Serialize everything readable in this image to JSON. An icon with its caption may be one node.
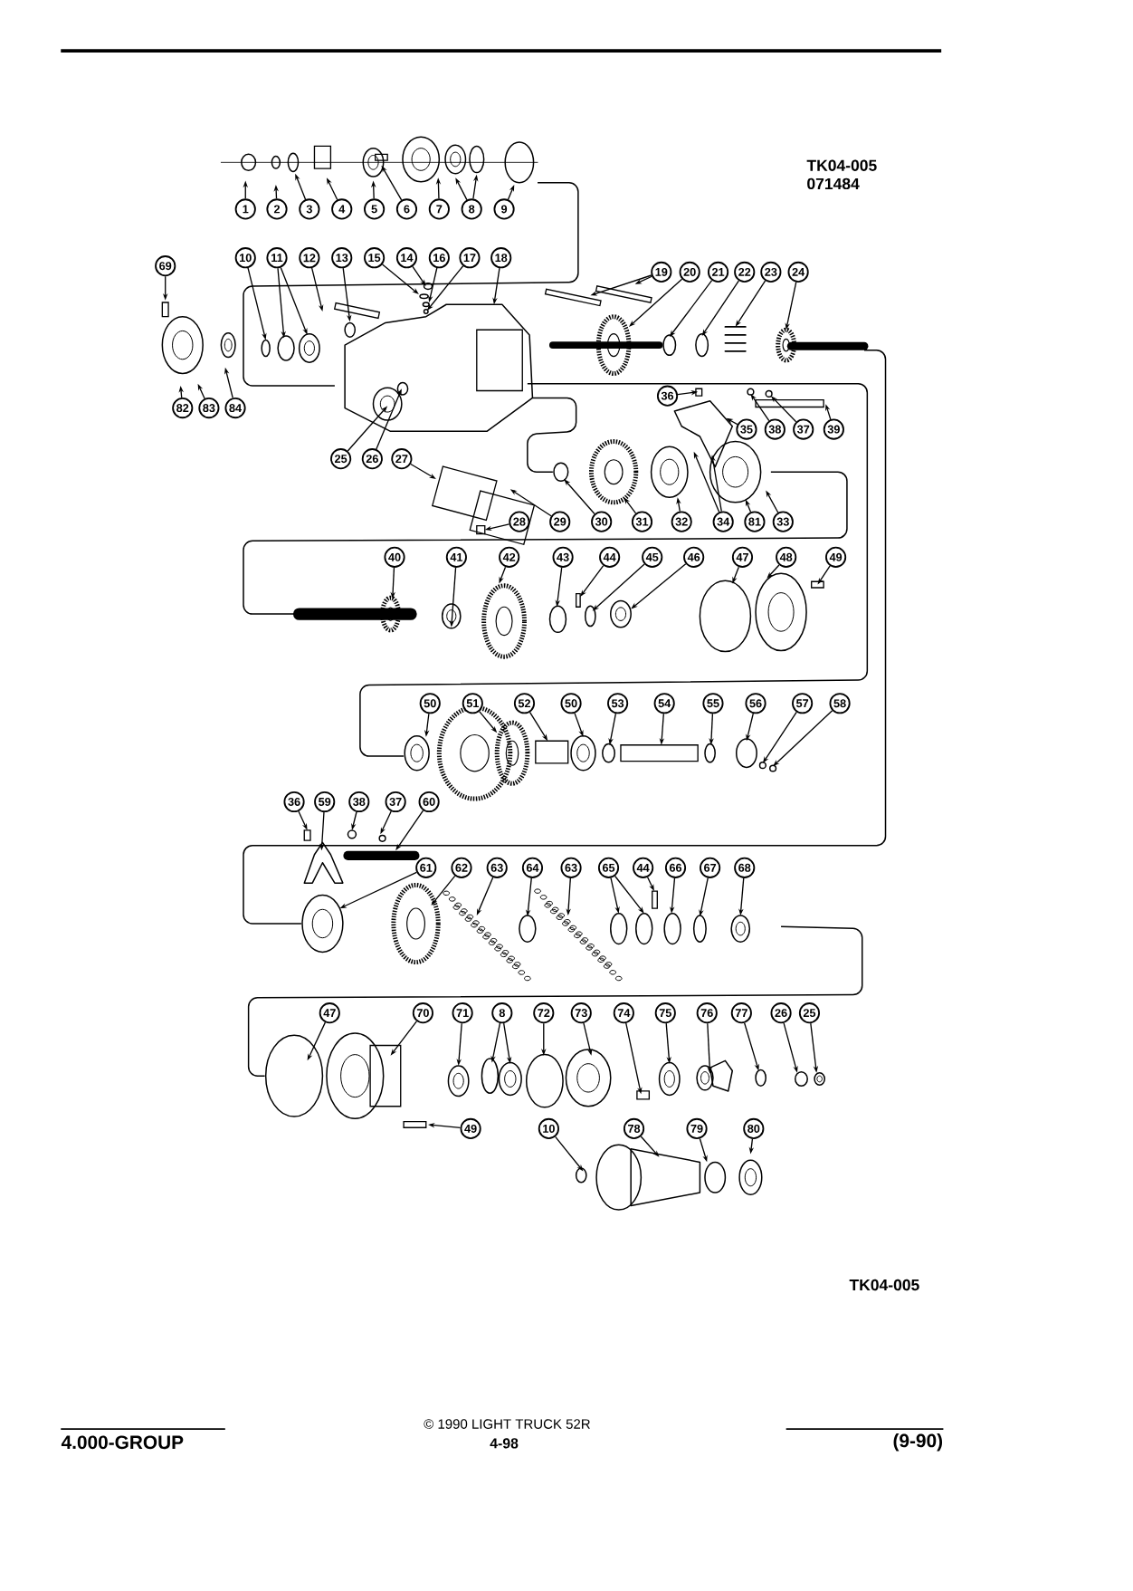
{
  "diagram": {
    "nodes": [
      {
        "text": [
          "1"
        ]
      },
      {
        "text": [
          "2"
        ]
      },
      {
        "text": [
          "3"
        ]
      },
      {
        "text": [
          "4"
        ]
      },
      {
        "text": [
          "5"
        ]
      },
      {
        "text": [
          "6"
        ]
      },
      {
        "text": [
          "7"
        ]
      },
      {
        "text": [
          "8"
        ]
      },
      {
        "text": [
          "9"
        ]
      },
      {
        "text": [
          "69"
        ]
      },
      {
        "text": [
          "10"
        ]
      },
      {
        "text": [
          "11"
        ]
      },
      {
        "text": [
          "12"
        ]
      },
      {
        "text": [
          "13"
        ]
      },
      {
        "text": [
          "15"
        ]
      },
      {
        "text": [
          "14"
        ]
      },
      {
        "text": [
          "16"
        ]
      },
      {
        "text": [
          "17"
        ]
      },
      {
        "text": [
          "18"
        ]
      },
      {
        "text": [
          "19"
        ]
      },
      {
        "text": [
          "20"
        ]
      },
      {
        "text": [
          "21"
        ]
      },
      {
        "text": [
          "22"
        ]
      },
      {
        "text": [
          "23"
        ]
      },
      {
        "text": [
          "24"
        ]
      },
      {
        "text": [
          "82"
        ]
      },
      {
        "text": [
          "83"
        ]
      },
      {
        "text": [
          "84"
        ]
      },
      {
        "text": [
          "36"
        ]
      },
      {
        "text": [
          "35"
        ]
      },
      {
        "text": [
          "38"
        ]
      },
      {
        "text": [
          "37"
        ]
      },
      {
        "text": [
          "39"
        ]
      },
      {
        "text": [
          "25"
        ]
      },
      {
        "text": [
          "26"
        ]
      },
      {
        "text": [
          "27"
        ]
      },
      {
        "text": [
          "28"
        ]
      },
      {
        "text": [
          "29"
        ]
      },
      {
        "text": [
          "30"
        ]
      },
      {
        "text": [
          "31"
        ]
      },
      {
        "text": [
          "32"
        ]
      },
      {
        "text": [
          "34"
        ]
      },
      {
        "text": [
          "81"
        ]
      },
      {
        "text": [
          "33"
        ]
      },
      {
        "text": [
          "40"
        ]
      },
      {
        "text": [
          "41"
        ]
      },
      {
        "text": [
          "42"
        ]
      },
      {
        "text": [
          "43"
        ]
      },
      {
        "text": [
          "44"
        ]
      },
      {
        "text": [
          "45"
        ]
      },
      {
        "text": [
          "46"
        ]
      },
      {
        "text": [
          "47"
        ]
      },
      {
        "text": [
          "48"
        ]
      },
      {
        "text": [
          "49"
        ]
      },
      {
        "text": [
          "50"
        ]
      },
      {
        "text": [
          "51"
        ]
      },
      {
        "text": [
          "52"
        ]
      },
      {
        "text": [
          "50"
        ]
      },
      {
        "text": [
          "53"
        ]
      },
      {
        "text": [
          "54"
        ]
      },
      {
        "text": [
          "55"
        ]
      },
      {
        "text": [
          "56"
        ]
      },
      {
        "text": [
          "57"
        ]
      },
      {
        "text": [
          "58"
        ]
      },
      {
        "text": [
          "36"
        ]
      },
      {
        "text": [
          "59"
        ]
      },
      {
        "text": [
          "38"
        ]
      },
      {
        "text": [
          "37"
        ]
      },
      {
        "text": [
          "60"
        ]
      },
      {
        "text": [
          "61"
        ]
      },
      {
        "text": [
          "62"
        ]
      },
      {
        "text": [
          "63"
        ]
      },
      {
        "text": [
          "64"
        ]
      },
      {
        "text": [
          "63"
        ]
      },
      {
        "text": [
          "65"
        ]
      },
      {
        "text": [
          "44"
        ]
      },
      {
        "text": [
          "66"
        ]
      },
      {
        "text": [
          "67"
        ]
      },
      {
        "text": [
          "68"
        ]
      },
      {
        "text": [
          "47"
        ]
      },
      {
        "text": [
          "70"
        ]
      },
      {
        "text": [
          "71"
        ]
      },
      {
        "text": [
          "8"
        ]
      },
      {
        "text": [
          "72"
        ]
      },
      {
        "text": [
          "73"
        ]
      },
      {
        "text": [
          "74"
        ]
      },
      {
        "text": [
          "75"
        ]
      },
      {
        "text": [
          "76"
        ]
      },
      {
        "text": [
          "77"
        ]
      },
      {
        "text": [
          "26"
        ]
      },
      {
        "text": [
          "25"
        ]
      },
      {
        "text": [
          "49"
        ]
      },
      {
        "text": [
          "10"
        ]
      },
      {
        "text": [
          "78"
        ]
      },
      {
        "text": [
          "79"
        ]
      },
      {
        "text": [
          "80"
        ]
      }
    ],
    "edges": [
      {
        "from": 0,
        "to": null,
        "arrow": "to"
      },
      {
        "from": 1,
        "to": null,
        "arrow": "to"
      },
      {
        "from": 2,
        "to": null,
        "arrow": "to"
      },
      {
        "from": 3,
        "to": null,
        "arrow": "to"
      },
      {
        "from": 4,
        "to": null,
        "arrow": "to"
      },
      {
        "from": 5,
        "to": null,
        "arrow": "to"
      },
      {
        "from": 6,
        "to": null,
        "arrow": "to"
      },
      {
        "from": 7,
        "to": null,
        "arrow": "to"
      },
      {
        "from": 7,
        "to": null,
        "arrow": "to"
      },
      {
        "from": 8,
        "to": null,
        "arrow": "to"
      },
      {
        "from": 9,
        "to": null,
        "arrow": "to"
      },
      {
        "from": 10,
        "to": null,
        "arrow": "to"
      },
      {
        "from": 11,
        "to": null,
        "arrow": "to"
      },
      {
        "from": 11,
        "to": null,
        "arrow": "to"
      },
      {
        "from": 12,
        "to": null,
        "arrow": "to"
      },
      {
        "from": 13,
        "to": null,
        "arrow": "to"
      },
      {
        "from": 14,
        "to": null,
        "arrow": "to"
      },
      {
        "from": 15,
        "to": null,
        "arrow": "to"
      },
      {
        "from": 16,
        "to": null,
        "arrow": "to"
      },
      {
        "from": 17,
        "to": null,
        "arrow": "to"
      },
      {
        "from": 18,
        "to": null,
        "arrow": "to"
      },
      {
        "from": 19,
        "to": null,
        "arrow": "to"
      },
      {
        "from": 19,
        "to": null,
        "arrow": "to"
      },
      {
        "from": 20,
        "to": null,
        "arrow": "to"
      },
      {
        "from": 21,
        "to": null,
        "arrow": "to"
      },
      {
        "from": 22,
        "to": null,
        "arrow": "to"
      },
      {
        "from": 23,
        "to": null,
        "arrow": "to"
      },
      {
        "from": 24,
        "to": null,
        "arrow": "to"
      },
      {
        "from": 25,
        "to": null,
        "arrow": "to"
      },
      {
        "from": 26,
        "to": null,
        "arrow": "to"
      },
      {
        "from": 27,
        "to": null,
        "arrow": "to"
      },
      {
        "from": 28,
        "to": null,
        "arrow": "to"
      },
      {
        "from": 29,
        "to": null,
        "arrow": "to"
      },
      {
        "from": 30,
        "to": null,
        "arrow": "to"
      },
      {
        "from": 31,
        "to": null,
        "arrow": "to"
      },
      {
        "from": 32,
        "to": null,
        "arrow": "to"
      },
      {
        "from": 33,
        "to": null,
        "arrow": "to"
      },
      {
        "from": 34,
        "to": null,
        "arrow": "to"
      },
      {
        "from": 35,
        "to": null,
        "arrow": "to"
      },
      {
        "from": 36,
        "to": null,
        "arrow": "to"
      },
      {
        "from": 37,
        "to": null,
        "arrow": "to"
      },
      {
        "from": 38,
        "to": null,
        "arrow": "to"
      },
      {
        "from": 39,
        "to": null,
        "arrow": "to"
      },
      {
        "from": 40,
        "to": null,
        "arrow": "to"
      },
      {
        "from": 41,
        "to": null,
        "arrow": "to"
      },
      {
        "from": 41,
        "to": null,
        "arrow": "to"
      },
      {
        "from": 42,
        "to": null,
        "arrow": "to"
      },
      {
        "from": 43,
        "to": null,
        "arrow": "to"
      },
      {
        "from": 44,
        "to": null,
        "arrow": "to"
      },
      {
        "from": 45,
        "to": null,
        "arrow": "to"
      },
      {
        "from": 46,
        "to": null,
        "arrow": "to"
      },
      {
        "from": 47,
        "to": null,
        "arrow": "to"
      },
      {
        "from": 48,
        "to": null,
        "arrow": "to"
      },
      {
        "from": 49,
        "to": null,
        "arrow": "to"
      },
      {
        "from": 50,
        "to": null,
        "arrow": "to"
      },
      {
        "from": 51,
        "to": null,
        "arrow": "to"
      },
      {
        "from": 52,
        "to": null,
        "arrow": "to"
      },
      {
        "from": 53,
        "to": null,
        "arrow": "to"
      },
      {
        "from": 54,
        "to": null,
        "arrow": "to"
      },
      {
        "from": 55,
        "to": null,
        "arrow": "to"
      },
      {
        "from": 56,
        "to": null,
        "arrow": "to"
      },
      {
        "from": 57,
        "to": null,
        "arrow": "to"
      },
      {
        "from": 58,
        "to": null,
        "arrow": "to"
      },
      {
        "from": 59,
        "to": null,
        "arrow": "to"
      },
      {
        "from": 60,
        "to": null,
        "arrow": "to"
      },
      {
        "from": 61,
        "to": null,
        "arrow": "to"
      },
      {
        "from": 62,
        "to": null,
        "arrow": "to"
      },
      {
        "from": 63,
        "to": null,
        "arrow": "to"
      },
      {
        "from": 64,
        "to": null,
        "arrow": "to"
      },
      {
        "from": 65,
        "to": null,
        "arrow": "to"
      },
      {
        "from": 66,
        "to": null,
        "arrow": "to"
      },
      {
        "from": 67,
        "to": null,
        "arrow": "to"
      },
      {
        "from": 68,
        "to": null,
        "arrow": "to"
      },
      {
        "from": 69,
        "to": null,
        "arrow": "to"
      },
      {
        "from": 70,
        "to": null,
        "arrow": "to"
      },
      {
        "from": 71,
        "to": null,
        "arrow": "to"
      },
      {
        "from": 72,
        "to": null,
        "arrow": "to"
      },
      {
        "from": 73,
        "to": null,
        "arrow": "to"
      },
      {
        "from": 74,
        "to": null,
        "arrow": "to"
      },
      {
        "from": 74,
        "to": null,
        "arrow": "to"
      },
      {
        "from": 75,
        "to": null,
        "arrow": "to"
      },
      {
        "from": 76,
        "to": null,
        "arrow": "to"
      },
      {
        "from": 77,
        "to": null,
        "arrow": "to"
      },
      {
        "from": 78,
        "to": null,
        "arrow": "to"
      },
      {
        "from": 79,
        "to": null,
        "arrow": "to"
      },
      {
        "from": 80,
        "to": null,
        "arrow": "to"
      },
      {
        "from": 81,
        "to": null,
        "arrow": "to"
      },
      {
        "from": 82,
        "to": null,
        "arrow": "to"
      },
      {
        "from": 82,
        "to": null,
        "arrow": "to"
      },
      {
        "from": 83,
        "to": null,
        "arrow": "to"
      },
      {
        "from": 84,
        "to": null,
        "arrow": "to"
      },
      {
        "from": 85,
        "to": null,
        "arrow": "to"
      },
      {
        "from": 86,
        "to": null,
        "arrow": "to"
      },
      {
        "from": 87,
        "to": null,
        "arrow": "to"
      },
      {
        "from": 88,
        "to": null,
        "arrow": "to"
      },
      {
        "from": 89,
        "to": null,
        "arrow": "to"
      },
      {
        "from": 90,
        "to": null,
        "arrow": "to"
      },
      {
        "from": 91,
        "to": null,
        "arrow": "to"
      },
      {
        "from": 92,
        "to": null,
        "arrow": "to"
      },
      {
        "from": 93,
        "to": null,
        "arrow": "to"
      },
      {
        "from": 94,
        "to": null,
        "arrow": "to"
      },
      {
        "from": 95,
        "to": null,
        "arrow": "to"
      }
    ],
    "labels": [
      "TK04-005",
      "071484",
      "TK04-005",
      "© 1990 LIGHT TRUCK 52R",
      "4.000-GROUP",
      "4-98",
      "(9-90)"
    ]
  }
}
